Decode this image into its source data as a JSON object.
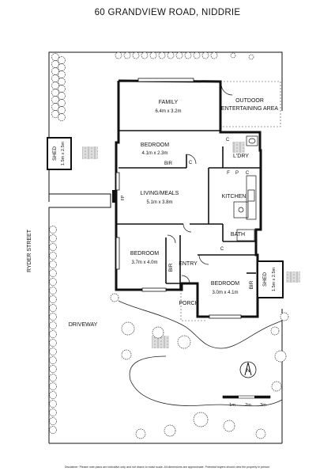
{
  "header": {
    "address": "60 GRANDVIEW ROAD, NIDDRIE"
  },
  "rooms": {
    "family": {
      "name": "FAMILY",
      "size": "6.4m x 3.2m"
    },
    "outdoor": {
      "line1": "OUTDOOR",
      "line2": "ENTERTAINING AREA"
    },
    "bedroom1": {
      "name": "BEDROOM",
      "size": "4.1m x 2.3m"
    },
    "bir1": "BIR",
    "ldry": "L'DRY",
    "living": {
      "name": "LIVING/MEALS",
      "size": "5.1m x 3.8m"
    },
    "kitchen": "KITCHEN",
    "bath": "BATH",
    "bedroom2": {
      "name": "BEDROOM",
      "size": "3.7m x 4.0m"
    },
    "bir2": "BIR",
    "entry": "ENTRY",
    "bedroom3": {
      "name": "BEDROOM",
      "size": "3.0m x 4.1m"
    },
    "bir3": "BIR",
    "porch": "PORCH",
    "cupboards": {
      "c": "C",
      "f": "F",
      "p": "P",
      "fp": "FP"
    }
  },
  "outbuildings": {
    "shed_left": {
      "name": "SHED",
      "size": "1.5m x 2.5m"
    },
    "shed_right": {
      "name": "SHED",
      "size": "1.5m x 2.5m"
    }
  },
  "site": {
    "street": "RYDER STREET",
    "driveway": "DRIVEWAY",
    "north": "N"
  },
  "scale": {
    "labels": [
      "1m",
      "2m",
      "3m"
    ]
  },
  "footer": {
    "disclaimer": "Disclaimer: Please note plans are indicative only and not drawn to exact scale. All dimensions are approximate. Potential buyers should view the property in person."
  }
}
